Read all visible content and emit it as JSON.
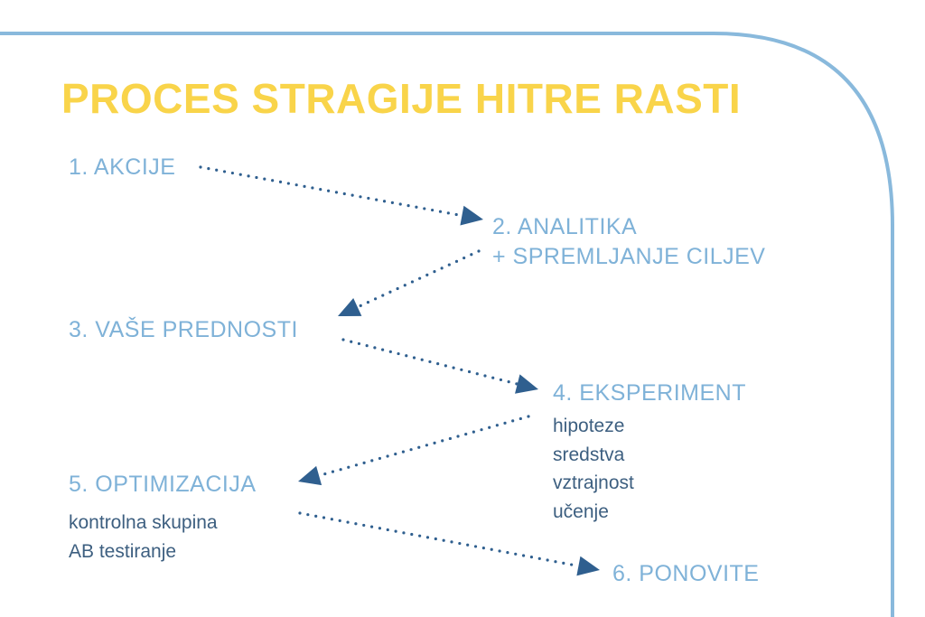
{
  "title": "PROCES STRAGIJE HITRE RASTI",
  "colors": {
    "title": "#f9d44a",
    "step_text": "#7fb2d8",
    "sub_text": "#3d5f80",
    "frame": "#89b9dc",
    "arrow": "#2f5f8f"
  },
  "steps": [
    {
      "label": "1. AKCIJE"
    },
    {
      "label": "2. ANALITIKA",
      "label2": "+ SPREMLJANJE CILJEV"
    },
    {
      "label": "3. VAŠE PREDNOSTI"
    },
    {
      "label": "4. EKSPERIMENT",
      "details": [
        "hipoteze",
        "sredstva",
        "vztrajnost",
        "učenje"
      ]
    },
    {
      "label": "5. OPTIMIZACIJA",
      "details": [
        "kontrolna skupina",
        "AB testiranje"
      ]
    },
    {
      "label": "6. PONOVITE"
    }
  ]
}
